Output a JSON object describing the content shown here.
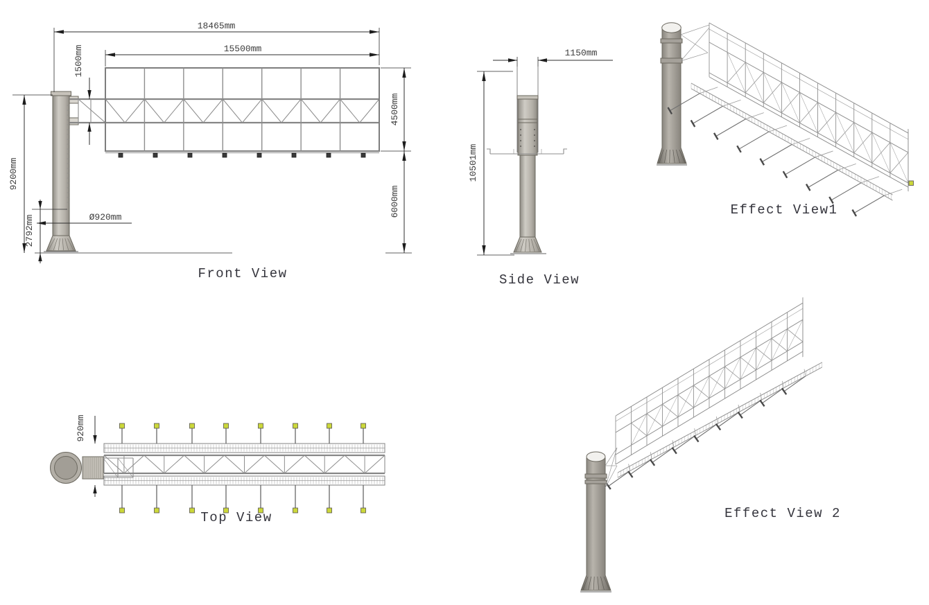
{
  "page": {
    "background": "#ffffff"
  },
  "colors": {
    "dimension_line": "#2d2d2d",
    "structure_line": "#8d8d8d",
    "pole_fill": "#bcb8b0",
    "lamp_yellow": "#ccd83a",
    "label_text": "#34343c"
  },
  "views": {
    "front": {
      "label": "Front View",
      "dims": {
        "overall_width": "18465mm",
        "panel_width": "15500mm",
        "truss_depth": "1500mm",
        "panel_height": "4500mm",
        "ground_clearance": "6000mm",
        "pole_height": "9200mm",
        "lower_section": "2792mm",
        "pole_diameter": "Ø920mm"
      }
    },
    "side": {
      "label": "Side View",
      "dims": {
        "panel_offset": "1150mm",
        "total_height": "10501mm"
      }
    },
    "effect1": {
      "label": "Effect View1"
    },
    "top": {
      "label": "Top View",
      "dims": {
        "beam_width": "920mm"
      }
    },
    "effect2": {
      "label": "Effect View 2"
    }
  }
}
